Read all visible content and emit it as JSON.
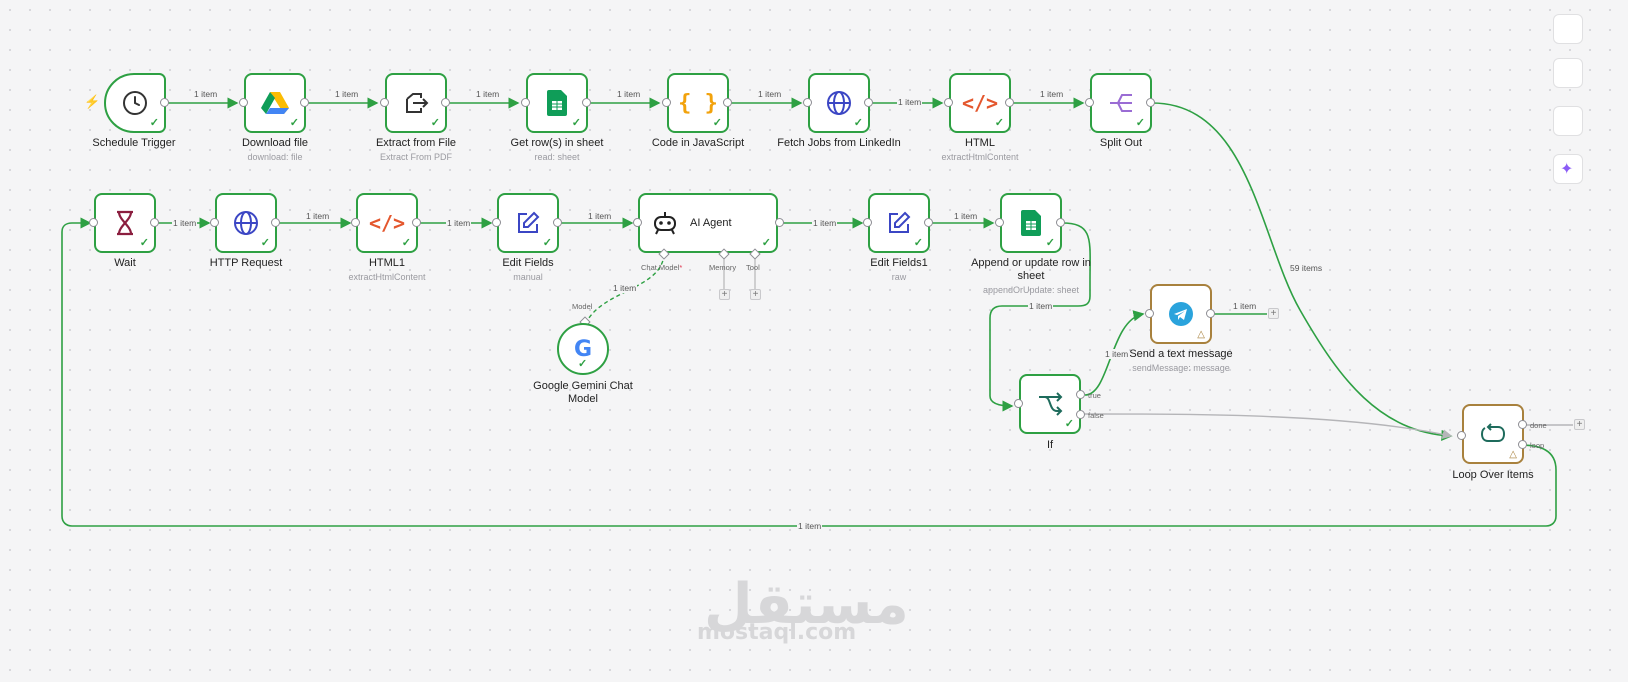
{
  "nodes": {
    "schedule_trigger": {
      "label": "Schedule Trigger"
    },
    "download_file": {
      "label": "Download file",
      "sub": "download: file"
    },
    "extract_from_file": {
      "label": "Extract from File",
      "sub": "Extract From PDF"
    },
    "get_rows": {
      "label": "Get row(s) in sheet",
      "sub": "read: sheet"
    },
    "code_js": {
      "label": "Code in JavaScript"
    },
    "fetch_jobs": {
      "label": "Fetch Jobs from LinkedIn"
    },
    "html": {
      "label": "HTML",
      "sub": "extractHtmlContent"
    },
    "split_out": {
      "label": "Split Out"
    },
    "wait": {
      "label": "Wait"
    },
    "http_request": {
      "label": "HTTP Request"
    },
    "html1": {
      "label": "HTML1",
      "sub": "extractHtmlContent"
    },
    "edit_fields": {
      "label": "Edit Fields",
      "sub": "manual"
    },
    "ai_agent": {
      "label": "AI Agent",
      "ports": {
        "chat_model": "Chat Model",
        "required": "*",
        "memory": "Memory",
        "tool": "Tool"
      }
    },
    "gemini": {
      "label": "Google Gemini Chat Model",
      "port": "Model"
    },
    "edit_fields1": {
      "label": "Edit Fields1",
      "sub": "raw"
    },
    "append_row": {
      "label": "Append or update row in sheet",
      "sub": "appendOrUpdate: sheet"
    },
    "send_message": {
      "label": "Send a text message",
      "sub": "sendMessage: message"
    },
    "if_node": {
      "label": "If",
      "out_true": "true",
      "out_false": "false"
    },
    "loop": {
      "label": "Loop Over Items",
      "out_done": "done",
      "out_loop": "loop"
    }
  },
  "edges": {
    "e1": "1 item",
    "e2": "1 item",
    "e3": "1 item",
    "e4": "1 item",
    "e5": "1 item",
    "e6": "1 item",
    "e7": "1 item",
    "e8": "59 items",
    "e9": "1 item",
    "e10": "1 item",
    "e11": "1 item",
    "e12": "1 item",
    "e13": "1 item",
    "e14": "1 item",
    "e15": "1 item",
    "e16": "1 item",
    "e17": "1 item",
    "e18": "1 item"
  },
  "watermark": {
    "arabic": "مستقل",
    "latin": "mostaql.com"
  },
  "colors": {
    "success": "#2ea043",
    "warning": "#a8813d",
    "edge_inactive": "#b5b5b8"
  }
}
